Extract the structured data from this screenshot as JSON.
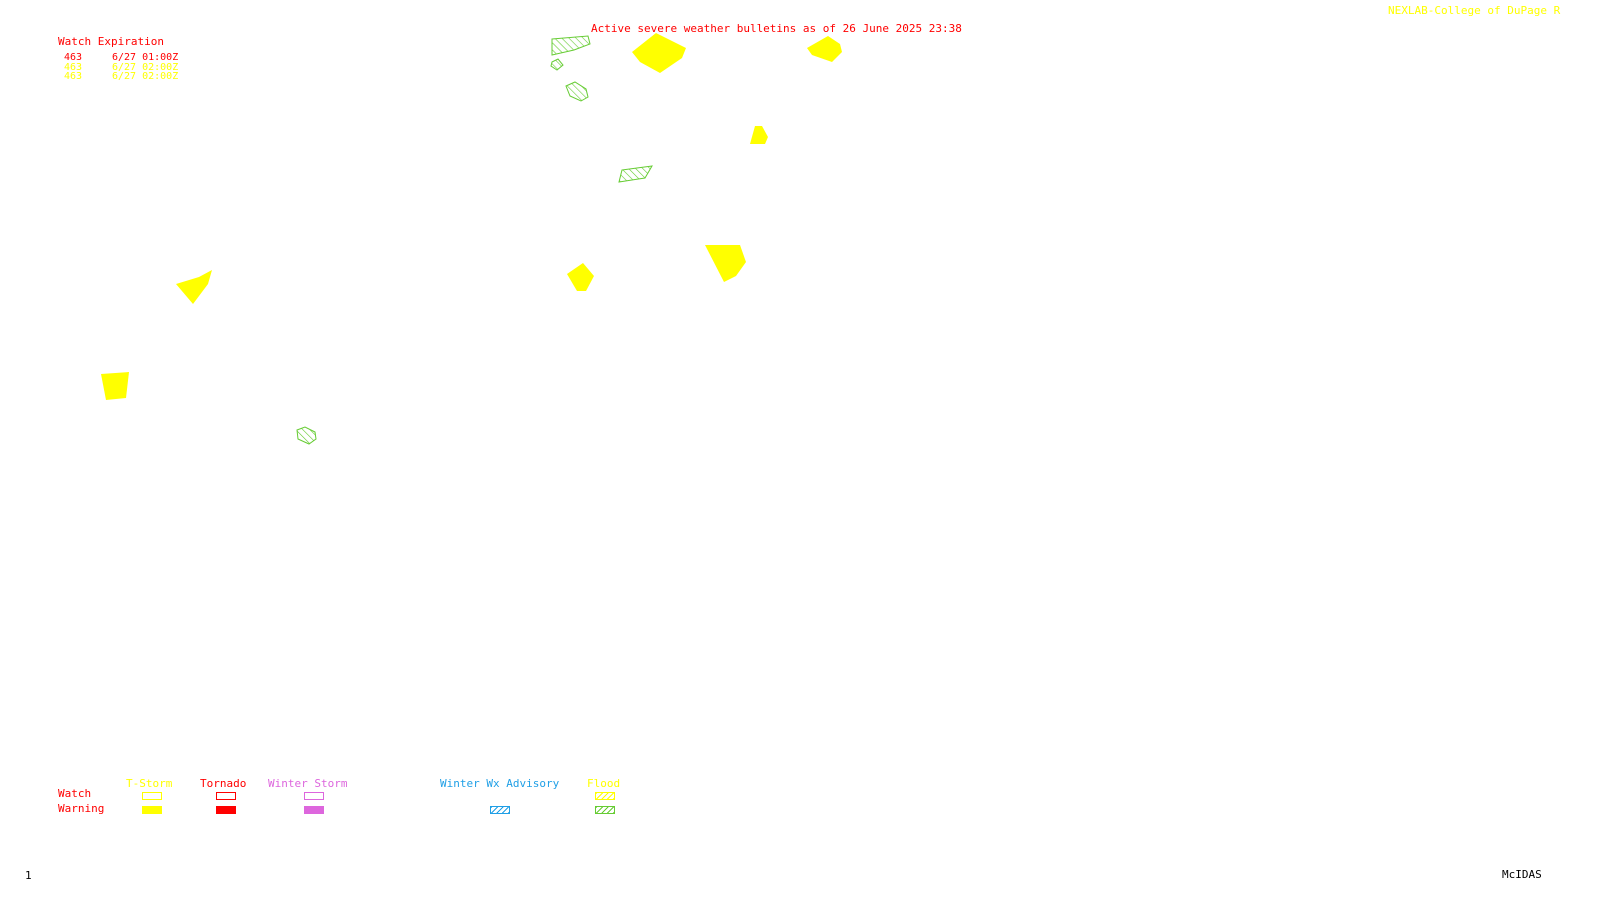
{
  "title": "Active severe weather bulletins as of 26 June 2025 23:38",
  "credit": "NEXLAB-College of DuPage R",
  "corner_left": "1",
  "corner_right": "McIDAS",
  "watch_expiration": {
    "header": "Watch Expiration",
    "rows": [
      {
        "number": "463",
        "time": "6/27 01:00Z",
        "color": "#ff0000"
      },
      {
        "number": "463",
        "time": "6/27 02:00Z",
        "color": "#ffff00"
      },
      {
        "number": "463",
        "time": "6/27 02:00Z",
        "color": "#ffff00"
      }
    ]
  },
  "legend": {
    "row_watch": "Watch",
    "row_warning": "Warning",
    "categories": [
      {
        "label": "T-Storm",
        "color": "#ffff00",
        "watch_style": "outline",
        "warning_style": "solid"
      },
      {
        "label": "Tornado",
        "color": "#ff0000",
        "watch_style": "outline",
        "warning_style": "solid"
      },
      {
        "label": "Winter Storm",
        "color": "#dd66dd",
        "watch_style": "outline",
        "warning_style": "solid"
      },
      {
        "label": "Winter Wx Advisory",
        "color": "#1f9fe6",
        "watch_style": "none",
        "warning_style": "hatch"
      },
      {
        "label": "Flood",
        "color": "#ffff00",
        "watch_style": "hatch",
        "warning_style": "hatch",
        "warning_color": "#66cc33"
      }
    ]
  },
  "colors": {
    "title": "#ff0000",
    "credit": "#ffff00",
    "tstorm_warning": "#ffff00",
    "flood_warning": "#66cc33",
    "legend_row_label": "#ff0000",
    "corner_text": "#000000"
  },
  "warnings": [
    {
      "type": "T-Storm Warning",
      "color": "#ffff00",
      "fill": "solid"
    },
    {
      "type": "T-Storm Warning",
      "color": "#ffff00",
      "fill": "solid"
    },
    {
      "type": "T-Storm Warning",
      "color": "#ffff00",
      "fill": "solid"
    },
    {
      "type": "T-Storm Warning",
      "color": "#ffff00",
      "fill": "solid"
    },
    {
      "type": "T-Storm Warning",
      "color": "#ffff00",
      "fill": "solid"
    },
    {
      "type": "T-Storm Warning",
      "color": "#ffff00",
      "fill": "solid"
    },
    {
      "type": "T-Storm Warning",
      "color": "#ffff00",
      "fill": "solid"
    },
    {
      "type": "Flood Warning",
      "color": "#66cc33",
      "fill": "hatch"
    },
    {
      "type": "Flood Warning",
      "color": "#66cc33",
      "fill": "hatch"
    },
    {
      "type": "Flood Warning",
      "color": "#66cc33",
      "fill": "hatch"
    },
    {
      "type": "Flood Warning",
      "color": "#66cc33",
      "fill": "hatch"
    },
    {
      "type": "Flood Warning",
      "color": "#66cc33",
      "fill": "hatch"
    }
  ]
}
